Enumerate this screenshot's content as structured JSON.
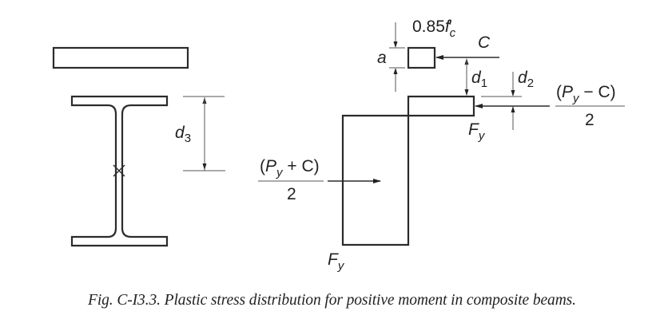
{
  "figure": {
    "caption": "Fig. C-I3.3.  Plastic stress distribution for positive moment in composite beams.",
    "labels": {
      "d3": {
        "base": "d",
        "sub": "3"
      },
      "d1": {
        "base": "d",
        "sub": "1"
      },
      "d2": {
        "base": "d",
        "sub": "2"
      },
      "a": "a",
      "concrete_stress": {
        "prefix": "0.85",
        "base": "f",
        "prime": "′",
        "sub": "c"
      },
      "C": "C",
      "Fy_top": {
        "base": "F",
        "sub": "y"
      },
      "Fy_bottom": {
        "base": "F",
        "sub": "y"
      },
      "tension_force": {
        "open": "(",
        "P": "P",
        "sub": "y",
        "op": " + C)",
        "den": "2"
      },
      "flange_force": {
        "open": "(",
        "P": "P",
        "sub": "y",
        "op": " − C)",
        "den": "2"
      }
    }
  }
}
